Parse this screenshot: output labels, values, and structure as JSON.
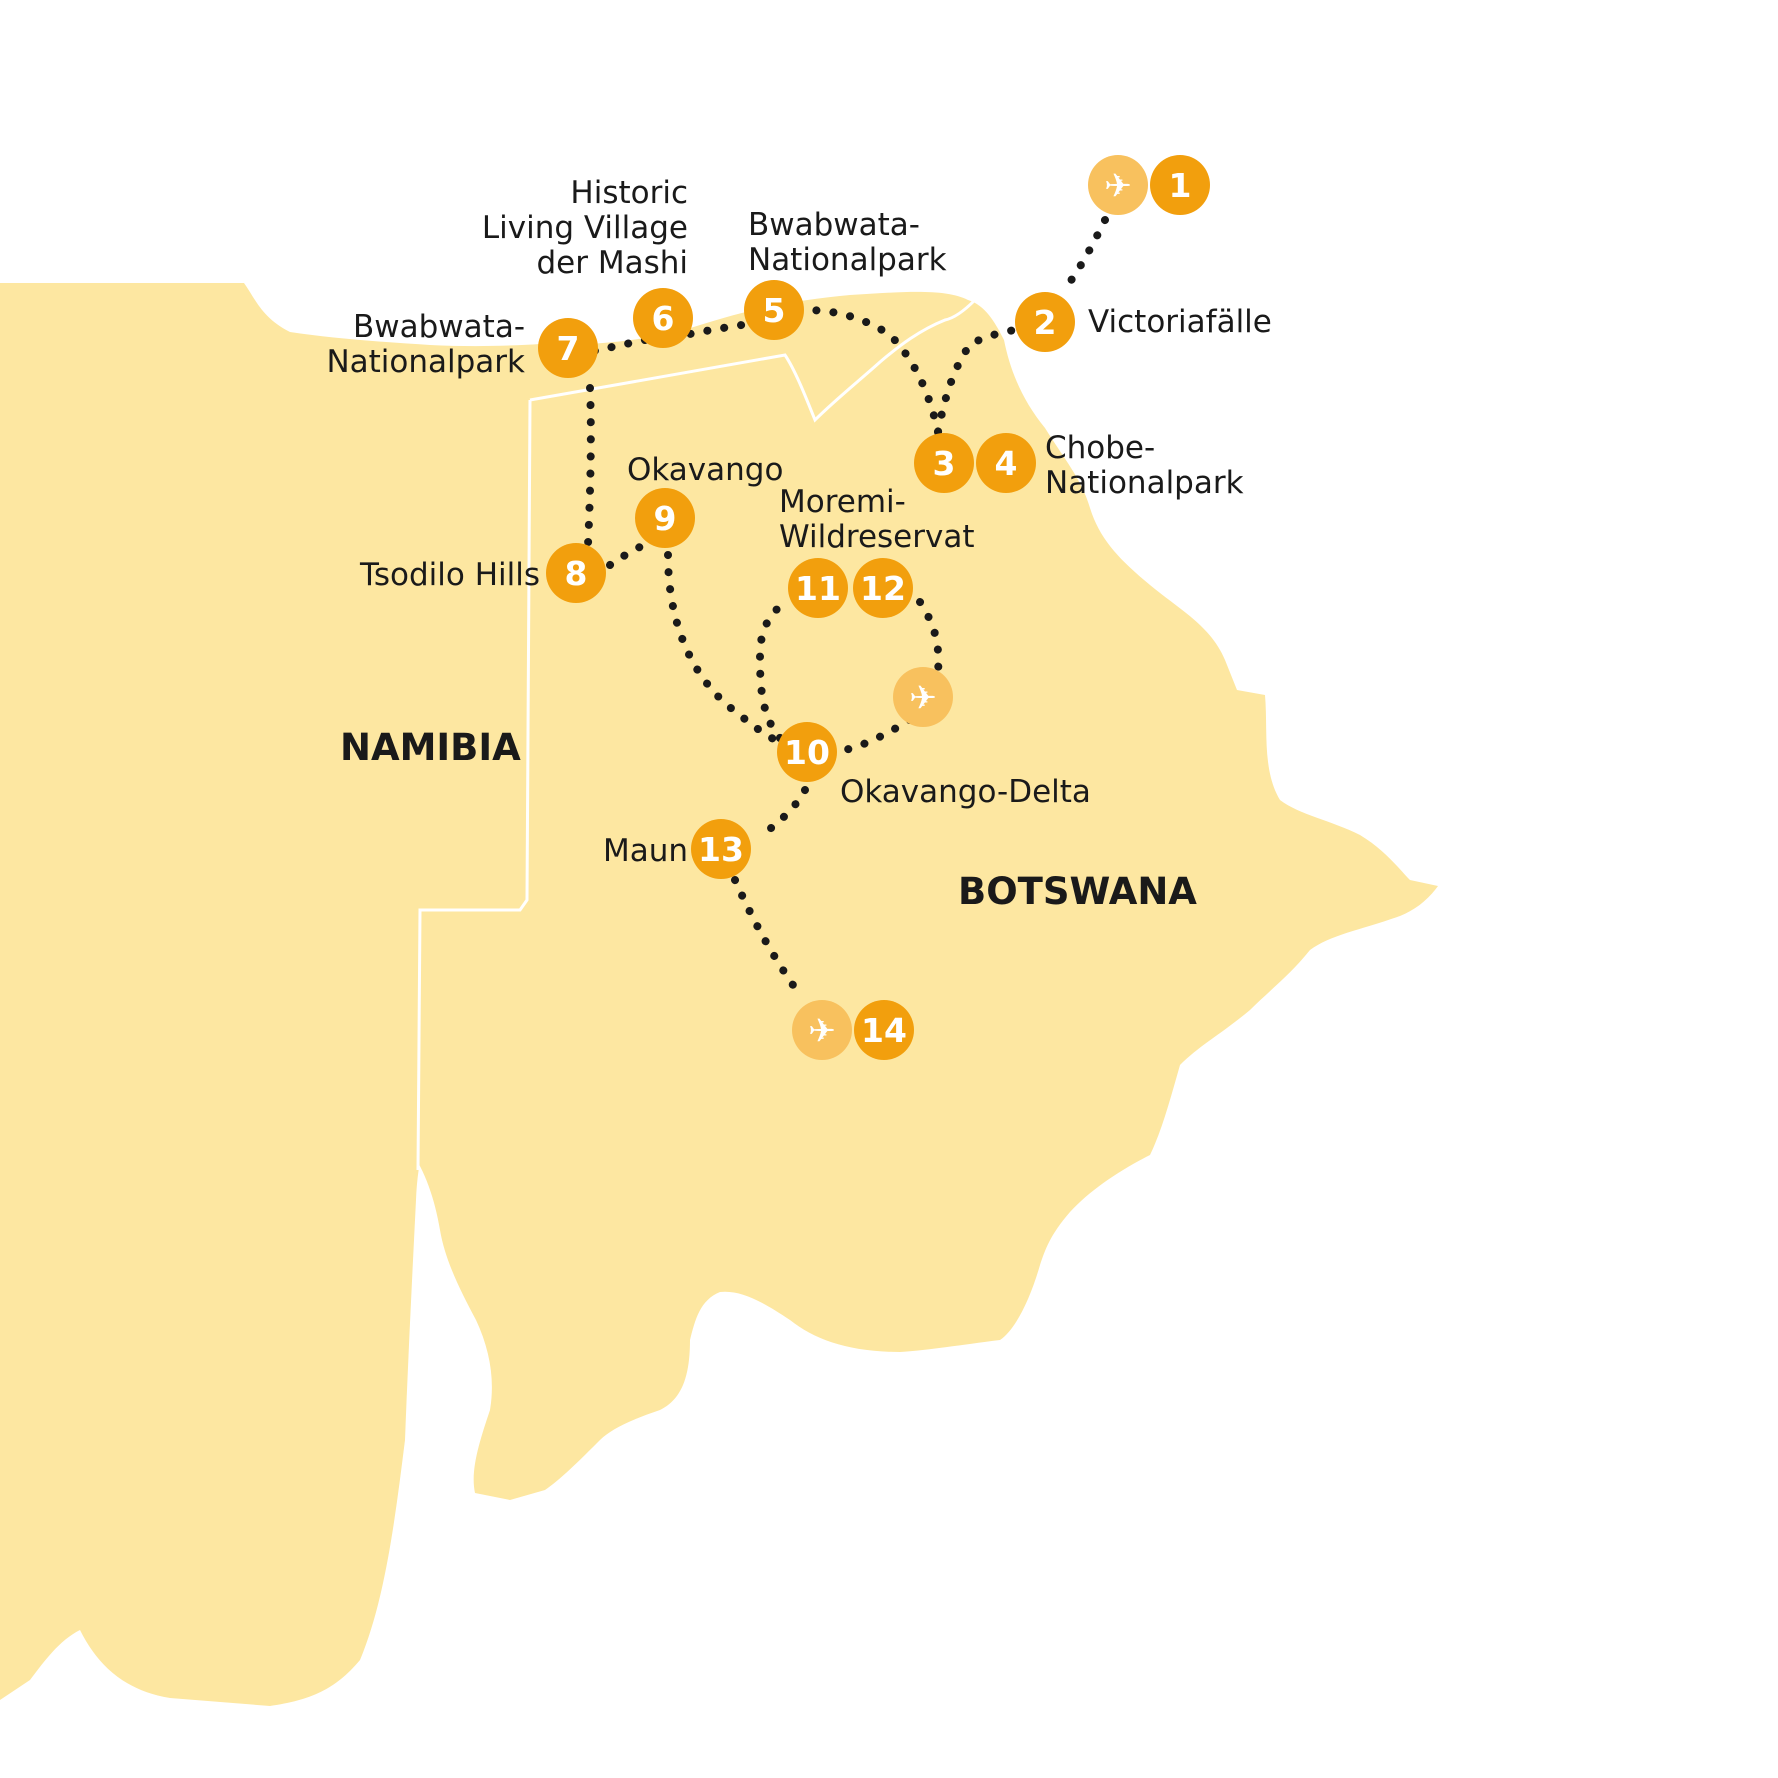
{
  "colors": {
    "land": "#fde7a1",
    "marker": "#f29f0d",
    "airport": "#f8c15e",
    "route": "#1a1a1a",
    "border": "#ffffff"
  },
  "countries": {
    "namibia": "NAMIBIA",
    "botswana": "BOTSWANA"
  },
  "markers": {
    "m1": "1",
    "m2": "2",
    "m3": "3",
    "m4": "4",
    "m5": "5",
    "m6": "6",
    "m7": "7",
    "m8": "8",
    "m9": "9",
    "m10": "10",
    "m11": "11",
    "m12": "12",
    "m13": "13",
    "m14": "14"
  },
  "places": {
    "victoriafaelle": "Victoriafälle",
    "chobe": [
      "Chobe-",
      "Nationalpark"
    ],
    "bwabwata_east": [
      "Bwabwata-",
      "Nationalpark"
    ],
    "mashi": [
      "Historic",
      "Living Village",
      "der Mashi"
    ],
    "bwabwata_west": [
      "Bwabwata-",
      "Nationalpark"
    ],
    "tsodilo": "Tsodilo Hills",
    "okavango": "Okavango",
    "moremi": [
      "Moremi-",
      "Wildreservat"
    ],
    "okavango_delta": "Okavango-Delta",
    "maun": "Maun"
  },
  "airport_icons": [
    "airplane-icon",
    "airplane-icon",
    "airplane-icon"
  ]
}
